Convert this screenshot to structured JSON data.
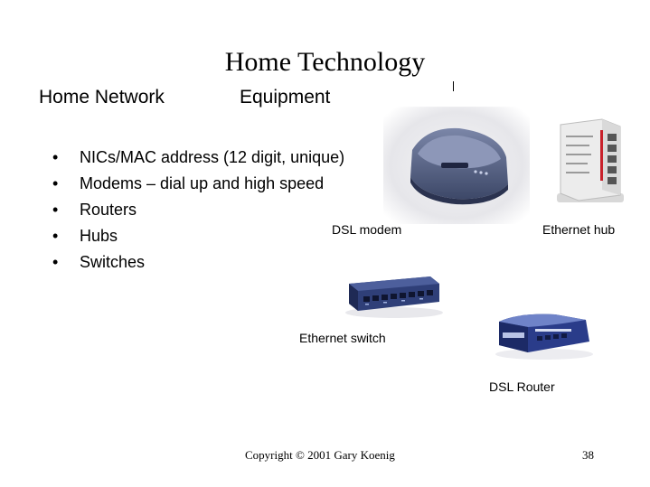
{
  "slide": {
    "title": "Home Technology",
    "subtitle_left": "Home Network",
    "subtitle_right": "Equipment",
    "bullets": [
      "NICs/MAC address (12 digit, unique)",
      "Modems – dial up and high speed",
      "Routers",
      "Hubs",
      "Switches"
    ],
    "bullet_glyph": "•",
    "captions": {
      "dsl_modem": "DSL modem",
      "ethernet_hub": "Ethernet hub",
      "ethernet_switch": "Ethernet switch",
      "dsl_router": "DSL Router"
    },
    "footer": {
      "copyright": "Copyright © 2001 Gary Koenig",
      "page_number": "38"
    }
  }
}
